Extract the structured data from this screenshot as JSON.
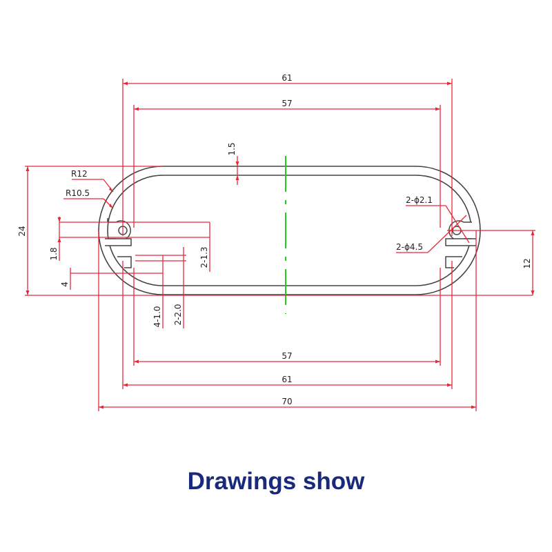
{
  "caption": "Drawings show",
  "colors": {
    "dimension": "#e8283a",
    "profile": "#333333",
    "centerline": "#22cc22",
    "caption": "#1a2a7a"
  },
  "dimensions": {
    "outer_width_top": "61",
    "inner_width_top": "57",
    "wall": "1.5",
    "outer_radius": "R12",
    "inner_radius": "R10.5",
    "height": "24",
    "slot_small": "1.8",
    "slot_depth": "4",
    "slot_width_a": "2-1.3",
    "slot_width_b": "4-1.0",
    "slot_width_c": "2-2.0",
    "hole_small": "2-ϕ2.1",
    "hole_large": "2-ϕ4.5",
    "hole_offset": "12",
    "inner_width_bottom": "57",
    "outer_width_bottom": "61",
    "overall_width": "70"
  }
}
